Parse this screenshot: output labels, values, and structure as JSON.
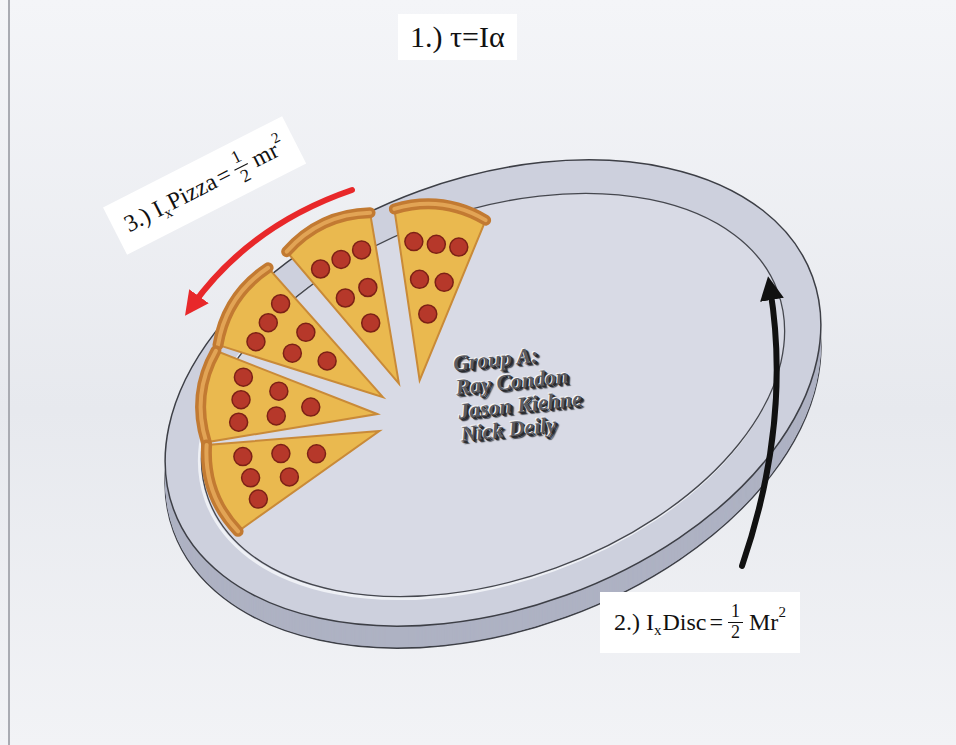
{
  "diagram": {
    "title": "1.) τ=Iα",
    "labels": [
      "3.) I",
      "x",
      "Pizza",
      "=",
      "1",
      "2",
      "mr",
      "2",
      "Group A:",
      "Ray Condon",
      "Jason Kiehne",
      "Nick Deily",
      "2.) I",
      "x",
      "Disc",
      "=",
      "1",
      "2",
      "Mr",
      "2"
    ]
  }
}
